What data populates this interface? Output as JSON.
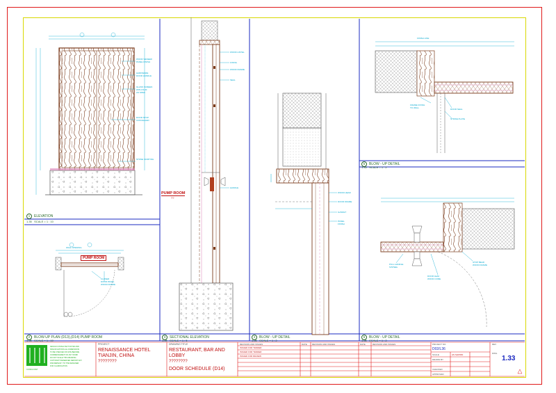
{
  "drawing": {
    "sheet_number": "1.33",
    "sheet_code": "D02/L36",
    "callout": "PUMP ROOM",
    "callout_tag": "??"
  },
  "views": [
    {
      "num": "1",
      "sheet": "1.35",
      "title": "ELEVATION",
      "scale": "SCALE = 1 : 10"
    },
    {
      "num": "2",
      "sheet": "1.35",
      "title": "BLOW-UP PLAN (D13),(D14) PUMP ROOM",
      "scale": "SCALE = 1 : 10"
    },
    {
      "num": "3",
      "sheet": "1.35",
      "title": "SECTIONAL ELEVATION",
      "scale": "SCALE = 1 : 5"
    },
    {
      "num": "4",
      "sheet": "1.35",
      "title": "BLOW - UP DETAIL",
      "scale": "SCALE = 1 : 2"
    },
    {
      "num": "5",
      "sheet": "1.35",
      "title": "BLOW - UP DETAIL",
      "scale": "SCALE = 1 : 2"
    },
    {
      "num": "6",
      "sheet": "1.35",
      "title": "BLOW - UP DETAIL",
      "scale": "SCALE = 1 : 2"
    }
  ],
  "title_block": {
    "project_line1": "RENAISSANCE HOTEL",
    "project_line2": "TIANJIN, CHINA",
    "project_line3": "????????",
    "drawing_title1": "RESTAURANT, BAR AND",
    "drawing_title2": "LOBBY",
    "drawing_title3": "????????",
    "drawing_title4": "DOOR SCHEDULE (D14)",
    "drawing_title4_suffix": "(D14)",
    "project_label": "PROJECT",
    "drawing_title_label": "DRAWING TITLE",
    "revision_label": "REVISION AND ISSUES",
    "date_label": "DATE",
    "rev_label": "REV",
    "project_no_label": "PROJECT NO.",
    "dwg_label": "DWG",
    "date_value": "",
    "scale_label": "SCALE",
    "drawn_label": "DRAWN BY",
    "checked_label": "CHECKED",
    "approved_label": "APPROVED",
    "scale_value": "AS SHOWN",
    "rev_rows": [
      "ISSUED FOR TENDER",
      "ISSUED FOR TENDER",
      "ISSUED FOR REVIEW"
    ]
  },
  "colors": {
    "frame": "#e01818",
    "border": "#d8d800",
    "view_line": "#1a28c0",
    "note": "#00a8d0",
    "wood": "#7a3a1a",
    "hatch": "#9a9a9a",
    "header": "#2a6a2a",
    "logo": "#20b020"
  }
}
